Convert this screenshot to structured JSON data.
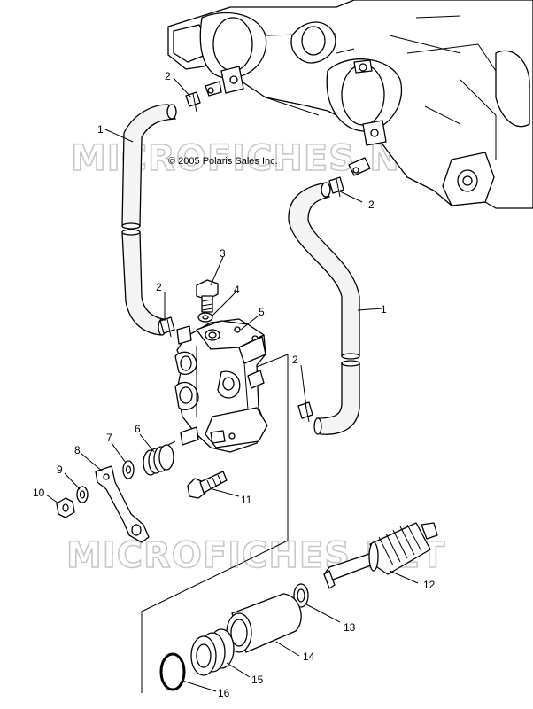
{
  "copyright": "© 2005 Polaris Sales Inc.",
  "watermark": "MICROFICHES.NET",
  "callouts": [
    "1",
    "2",
    "2",
    "1",
    "2",
    "2",
    "3",
    "4",
    "5",
    "6",
    "7",
    "8",
    "9",
    "10",
    "11",
    "12",
    "13",
    "14",
    "15",
    "16"
  ],
  "parts": [
    {
      "id": "1",
      "name": "hose"
    },
    {
      "id": "2",
      "name": "clamp"
    },
    {
      "id": "3",
      "name": "bleed screw"
    },
    {
      "id": "4",
      "name": "washer"
    },
    {
      "id": "5",
      "name": "oil pump"
    },
    {
      "id": "6",
      "name": "spring"
    },
    {
      "id": "7",
      "name": "washer"
    },
    {
      "id": "8",
      "name": "lever"
    },
    {
      "id": "9",
      "name": "washer"
    },
    {
      "id": "10",
      "name": "nut"
    },
    {
      "id": "11",
      "name": "screw"
    },
    {
      "id": "12",
      "name": "drive gear"
    },
    {
      "id": "13",
      "name": "washer"
    },
    {
      "id": "14",
      "name": "bushing"
    },
    {
      "id": "15",
      "name": "seal"
    },
    {
      "id": "16",
      "name": "o-ring"
    }
  ]
}
